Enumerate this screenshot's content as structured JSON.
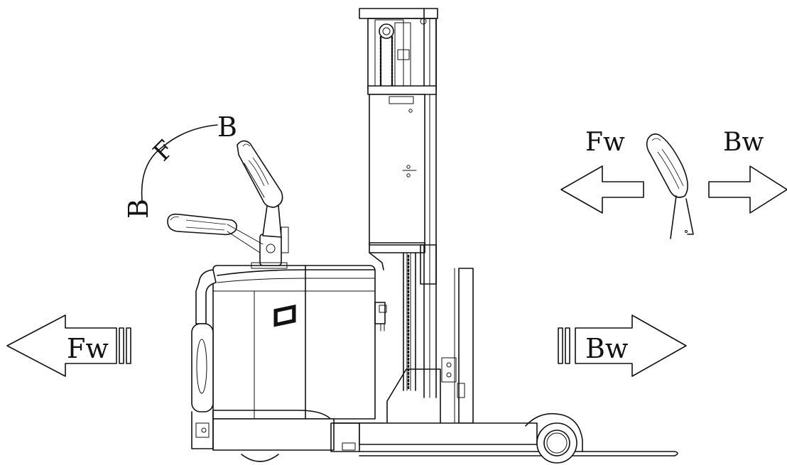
{
  "labels": {
    "arc_top": "B",
    "arc_middle": "F",
    "arc_bottom": "B",
    "tiller_forward": "Fw",
    "tiller_backward": "Bw",
    "truck_forward": "Fw",
    "truck_backward": "Bw"
  }
}
